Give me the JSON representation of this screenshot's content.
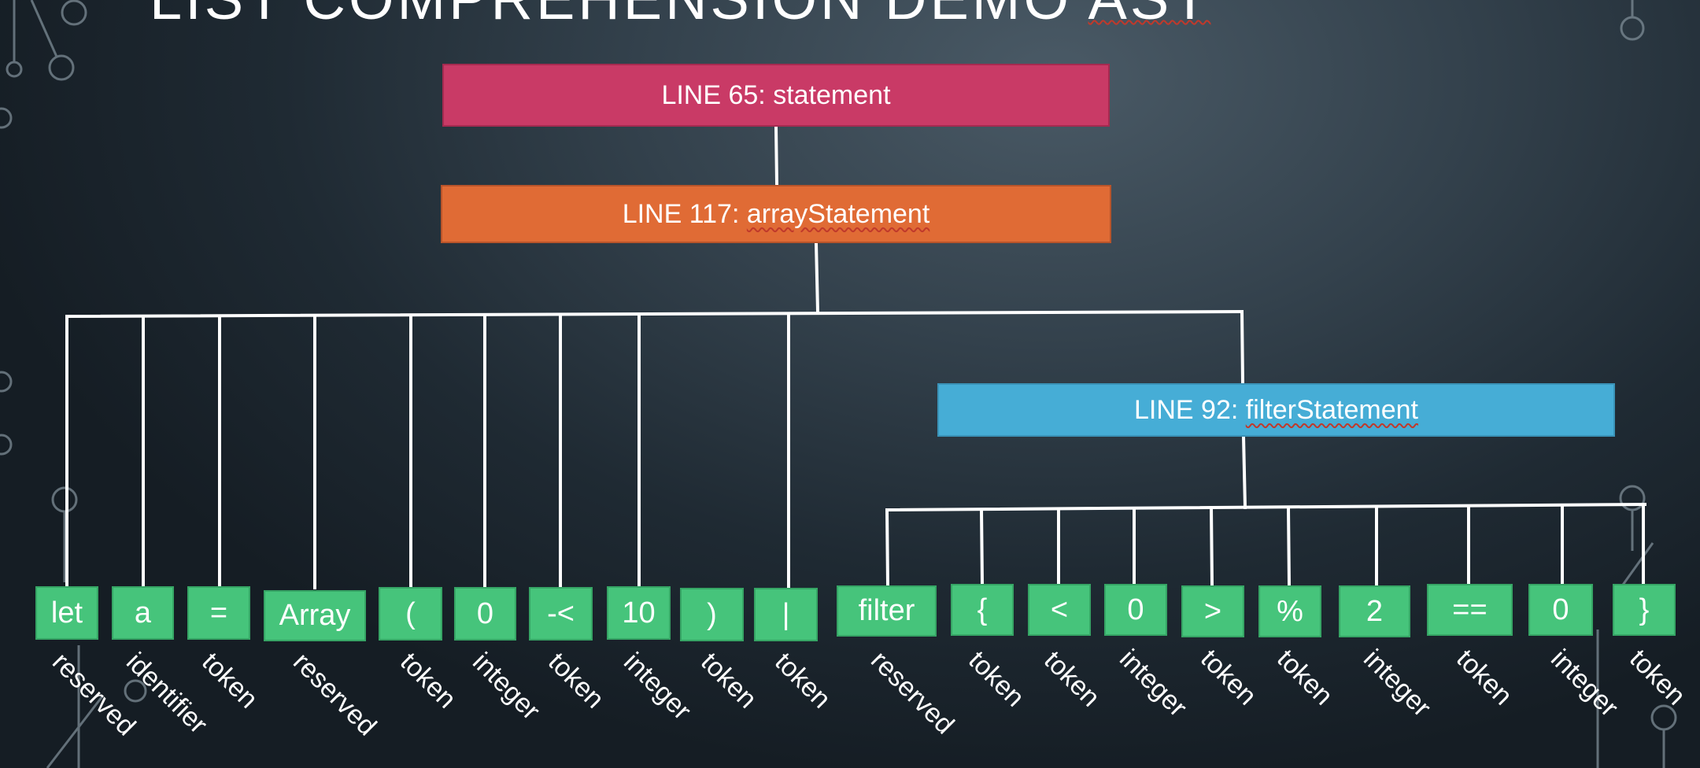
{
  "slide": {
    "title_plain": "LIST COMPREHENSION DEMO ",
    "title_underlined": "AST"
  },
  "nodes": {
    "statement": {
      "prefix": "LINE 65: ",
      "name": "statement",
      "color": "#c93a66"
    },
    "array": {
      "prefix": "LINE 117: ",
      "name": "arrayStatement",
      "color": "#e06b35"
    },
    "filter": {
      "prefix": "LINE 92: ",
      "name": "filterStatement",
      "color": "#46add6"
    }
  },
  "token_color": "#46c47b",
  "array_tokens": [
    {
      "text": "let",
      "type": "reserved"
    },
    {
      "text": "a",
      "type": "identifier"
    },
    {
      "text": "=",
      "type": "token"
    },
    {
      "text": "Array",
      "type": "reserved"
    },
    {
      "text": "(",
      "type": "token"
    },
    {
      "text": "0",
      "type": "integer"
    },
    {
      "text": "-<",
      "type": "token"
    },
    {
      "text": "10",
      "type": "integer"
    },
    {
      "text": ")",
      "type": "token"
    },
    {
      "text": "|",
      "type": "token"
    }
  ],
  "filter_tokens": [
    {
      "text": "filter",
      "type": "reserved"
    },
    {
      "text": "{",
      "type": "token"
    },
    {
      "text": "<",
      "type": "token"
    },
    {
      "text": "0",
      "type": "integer"
    },
    {
      "text": ">",
      "type": "token"
    },
    {
      "text": "%",
      "type": "token"
    },
    {
      "text": "2",
      "type": "integer"
    },
    {
      "text": "==",
      "type": "token"
    },
    {
      "text": "0",
      "type": "integer"
    },
    {
      "text": "}",
      "type": "token"
    }
  ]
}
